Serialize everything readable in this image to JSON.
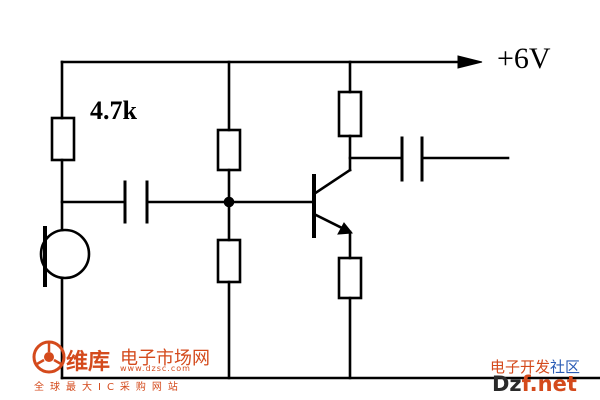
{
  "diagram": {
    "supply_label": "+6V",
    "resistor_label": "4.7k"
  },
  "watermark_left": {
    "brand": "维库",
    "tagline": "电子市场网",
    "url": "www.dzsc.com",
    "slogan": "全球最大IC采购网站"
  },
  "watermark_right": {
    "cn_main": "电子开发",
    "cn_accent": "社区",
    "en_main": "Dz",
    "en_accent": "f.net"
  },
  "colors": {
    "line": "#000000",
    "watermark_orange": "#d44a1c",
    "watermark_blue": "#2a5bb5"
  }
}
